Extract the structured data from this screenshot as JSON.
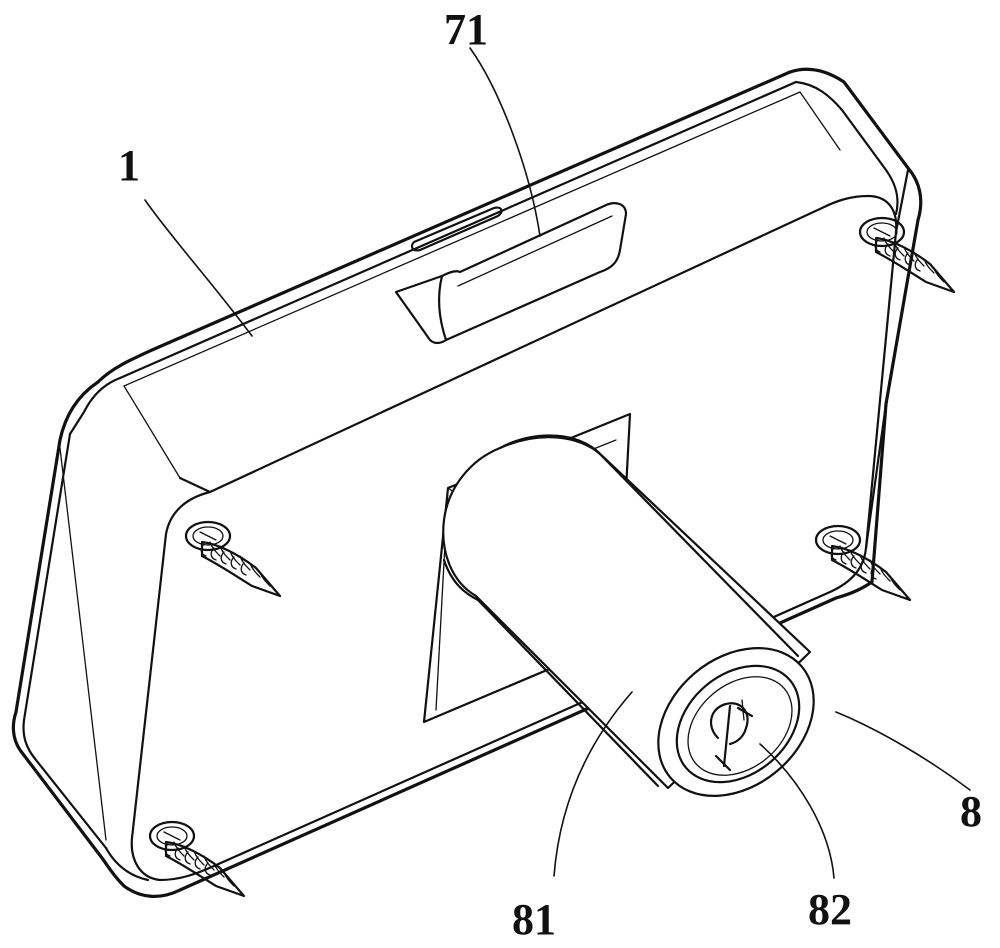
{
  "labels": {
    "part_1": "1",
    "part_71": "71",
    "part_8": "8",
    "part_81": "81",
    "part_82": "82"
  },
  "colors": {
    "line": "#111111",
    "background": "#ffffff"
  },
  "icons": {
    "screw": "wood-screw-icon",
    "keyhole": "keyhole-icon"
  }
}
